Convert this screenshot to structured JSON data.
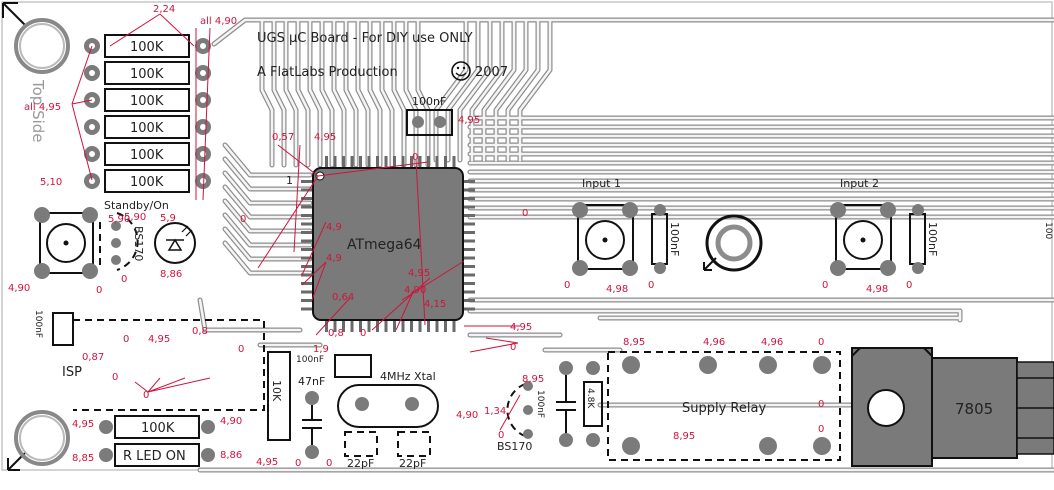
{
  "header": {
    "title": "UGS µC Board - For DIY use ONLY",
    "producer": "A FlatLabs Production",
    "year": "2007",
    "side_label": "Top Side"
  },
  "resistors": [
    "100K",
    "100K",
    "100K",
    "100K",
    "100K",
    "100K"
  ],
  "parts": {
    "mcu": "ATmega64",
    "mcu_pin1": "1",
    "cap_top": "100nF",
    "standby": "Standby/On",
    "bs170_left": "BS170",
    "cap_left": "100nF",
    "isp": "ISP",
    "input1": "Input 1",
    "input2": "Input 2",
    "cap_in1": "100nF",
    "cap_in2": "100nF",
    "cap_center": "100nF",
    "r10k": "10K",
    "cap_47n": "47nF",
    "crystal": "4MHz Xtal",
    "c22a": "22pF",
    "c22b": "22pF",
    "r_bottom": "100K",
    "r_led": "R LED ON",
    "bs170_right": "BS170",
    "cap_right": "100nF",
    "r_right": "4.8K",
    "relay": "Supply Relay",
    "regulator": "7805",
    "edge_text": "100"
  },
  "voltages": {
    "v224": "2,24",
    "all490": "all 4,90",
    "all495": "all 4,95",
    "v510": "5,10",
    "v057": "0,57",
    "v495_top": "4,95",
    "v495_cap": "4,95",
    "v0_cap": "0",
    "v590a": "5,90",
    "v590b": "5,90",
    "v59": "5,9",
    "v886": "8,86",
    "v0_left": "0",
    "v0_mid1": "0",
    "v0_mid2": "0",
    "v0_mid3": "0",
    "v0_in": "0",
    "v490_left": "4,90",
    "v0_bs": "0",
    "v49a": "4,9",
    "v49b": "4,9",
    "v495c": "4,95",
    "v490c": "4,90",
    "v415": "4,15",
    "v064": "0,64",
    "v08": "0,8",
    "v0_chip": "0",
    "v495_chip": "4,95",
    "v0_chip2": "0",
    "v19": "1,9",
    "v087": "0,87",
    "v495_isp": "4,95",
    "v08_isp": "0,8",
    "v0_isp1": "0",
    "v0_isp2": "0",
    "v0_isp3": "0",
    "v0_isp4": "0",
    "v0_in1a": "0",
    "v498a": "4,98",
    "v0_in2a": "0",
    "v498b": "4,98",
    "v0_in2b": "0",
    "v495_rb": "4,95",
    "v490_rb": "4,90",
    "v885": "8,85",
    "v886_rb": "8,86",
    "v495_r10k": "4,95",
    "v0_r10k": "0",
    "v0_47n": "0",
    "v490_x": "4,90",
    "v895_bs": "8,95",
    "v134": "1,34",
    "v0_bs2": "0",
    "v895a": "8,95",
    "v496a": "4,96",
    "v496b": "4,96",
    "v0_rel1": "0",
    "v0_rel2": "0",
    "v895b": "8,95",
    "v0_rel3": "0"
  }
}
